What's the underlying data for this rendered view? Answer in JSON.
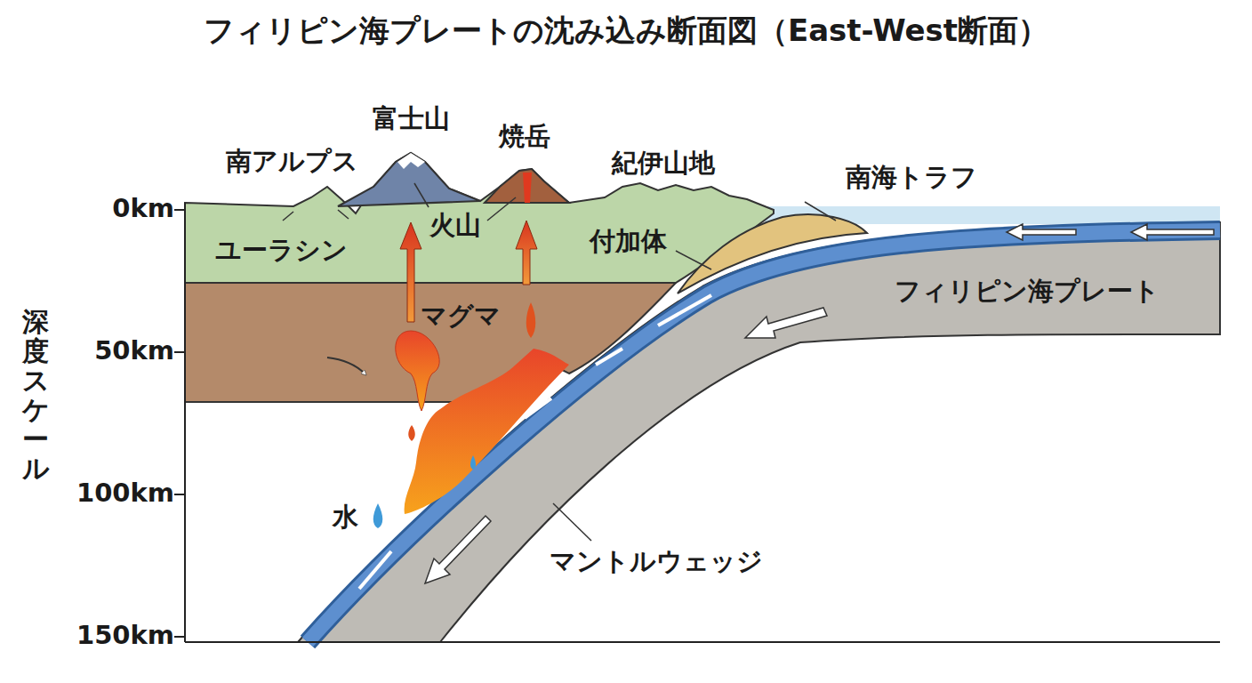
{
  "diagram": {
    "title": "フィリピン海プレートの沈み込み断面図（East-West断面）",
    "labels": [
      "富士山",
      "焼岳",
      "南アルプス",
      "紀伊山地",
      "南海トラフ",
      "0km",
      "ユーラシン",
      "火山",
      "付加体",
      "フィリピン海プレート",
      "マグマ",
      "50km",
      "深度スケール",
      "100km",
      "水",
      "マントルウェッジ",
      "150km"
    ]
  }
}
